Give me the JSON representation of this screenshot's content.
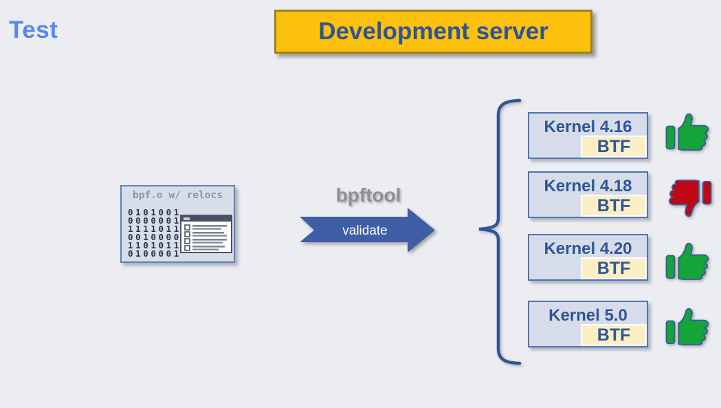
{
  "slide": {
    "label": "Test",
    "title": "Development server"
  },
  "bpf_object": {
    "title": "bpf.o w/ relocs",
    "binary_rows": [
      "0101001",
      "0000001",
      "1111011",
      "0010000",
      "1101011",
      "0100001"
    ],
    "icon": "window-list-icon"
  },
  "tool": {
    "name": "bpftool",
    "action": "validate"
  },
  "kernels": [
    {
      "label": "Kernel 4.16",
      "badge": "BTF",
      "verdict": "pass"
    },
    {
      "label": "Kernel 4.18",
      "badge": "BTF",
      "verdict": "fail"
    },
    {
      "label": "Kernel 4.20",
      "badge": "BTF",
      "verdict": "pass"
    },
    {
      "label": "Kernel 5.0",
      "badge": "BTF",
      "verdict": "pass"
    }
  ],
  "colors": {
    "background": "#ECEDF1",
    "banner_fill": "#FCC10D",
    "banner_border": "#9A8419",
    "accent_blue": "#2F5597",
    "label_blue": "#5689EE",
    "arrow_blue": "#3E5EA5",
    "card_fill": "#D6DCE9",
    "card_border": "#5273AE",
    "btf_fill": "#FBEFC6",
    "pass_green": "#13A538",
    "fail_red": "#BE0712"
  }
}
